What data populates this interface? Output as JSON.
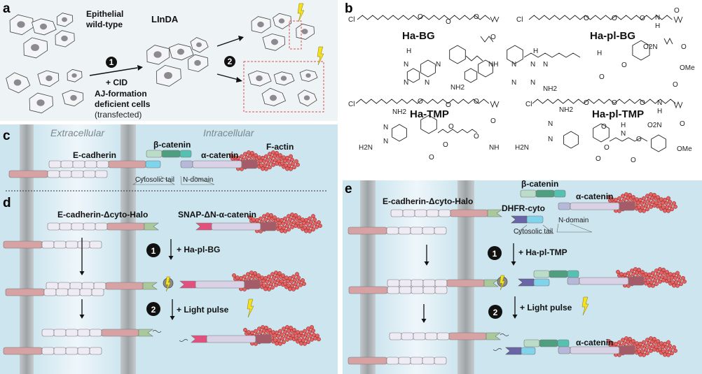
{
  "panel_labels": {
    "a": "a",
    "b": "b",
    "c": "c",
    "d": "d",
    "e": "e"
  },
  "panel_a": {
    "wildtype_label": [
      "Epithelial",
      "wild-type"
    ],
    "linda_label": "LInDA",
    "step1": "1",
    "step1_label": "+ CID",
    "deficient_label": [
      "AJ-formation",
      "deficient cells",
      "(transfected)"
    ],
    "step2": "2"
  },
  "panel_b": {
    "compounds": [
      "Ha-BG",
      "Ha-pl-BG",
      "Ha-TMP",
      "Ha-pl-TMP"
    ],
    "atoms": [
      "Cl",
      "O",
      "O",
      "O",
      "O",
      "NH",
      "H",
      "N",
      "N",
      "N",
      "N",
      "NH2",
      "Cl",
      "O",
      "O",
      "O",
      "N",
      "H",
      "O",
      "O2N",
      "O",
      "OMe",
      "H",
      "N",
      "O",
      "O",
      "H",
      "N",
      "N",
      "N",
      "N",
      "NH2",
      "Cl",
      "O",
      "O",
      "O",
      "O",
      "O",
      "NH",
      "NH2",
      "N",
      "N",
      "H2N",
      "O",
      "O",
      "O",
      "Cl",
      "O",
      "O",
      "O",
      "N",
      "H",
      "O",
      "O2N",
      "O",
      "OMe",
      "NH2",
      "N",
      "N",
      "H2N",
      "O",
      "O",
      "O",
      "H",
      "N",
      "O",
      "O"
    ]
  },
  "panel_c": {
    "extracellular": "Extracellular",
    "intracellular": "Intracellular",
    "e_cadherin": "E-cadherin",
    "beta_catenin": "β-catenin",
    "alpha_catenin": "α-catenin",
    "f_actin": "F-actin",
    "cytosolic_tail": "Cytosolic tail",
    "n_domain": "N-domain"
  },
  "panel_d": {
    "construct1": "E-cadherin-Δcyto-Halo",
    "construct2": "SNAP-ΔN-α-catenin",
    "step1": "1",
    "step1_label": "+ Ha-pl-BG",
    "step2": "2",
    "step2_label": "+ Light pulse"
  },
  "panel_e": {
    "construct1": "E-cadherin-Δcyto-Halo",
    "beta_catenin": "β-catenin",
    "alpha_catenin": "α-catenin",
    "dhfr_cyto": "DHFR-cyto",
    "n_domain": "N-domain",
    "cytosolic_tail": "Cytosolic tail",
    "step1": "1",
    "step1_label": "+ Ha-pl-TMP",
    "step2": "2",
    "step2_label": "+ Light pulse",
    "alpha_catenin_bottom": "α-catenin"
  },
  "colors": {
    "panel_a_bg": "#eef3f6",
    "membrane_bg": "#cde5ef",
    "cadherin_pink": "#d6a2a4",
    "ecto_domain": "#eeebf4",
    "cytosolic_cyan": "#7fd4ec",
    "beta_catenin": [
      "#bcdcca",
      "#4f9e80",
      "#54c1b1"
    ],
    "alpha_n": "#b6b8d9",
    "alpha_body": "#d9d1e5",
    "alpha_dark": "#a65c68",
    "halo_green": "#a9c99b",
    "snap_pink": "#e4507e",
    "dhfr_purple": "#6a64a8",
    "actin_bead": "#e46262",
    "bolt": "#f3e021",
    "dashed_box": "#d9534f"
  }
}
